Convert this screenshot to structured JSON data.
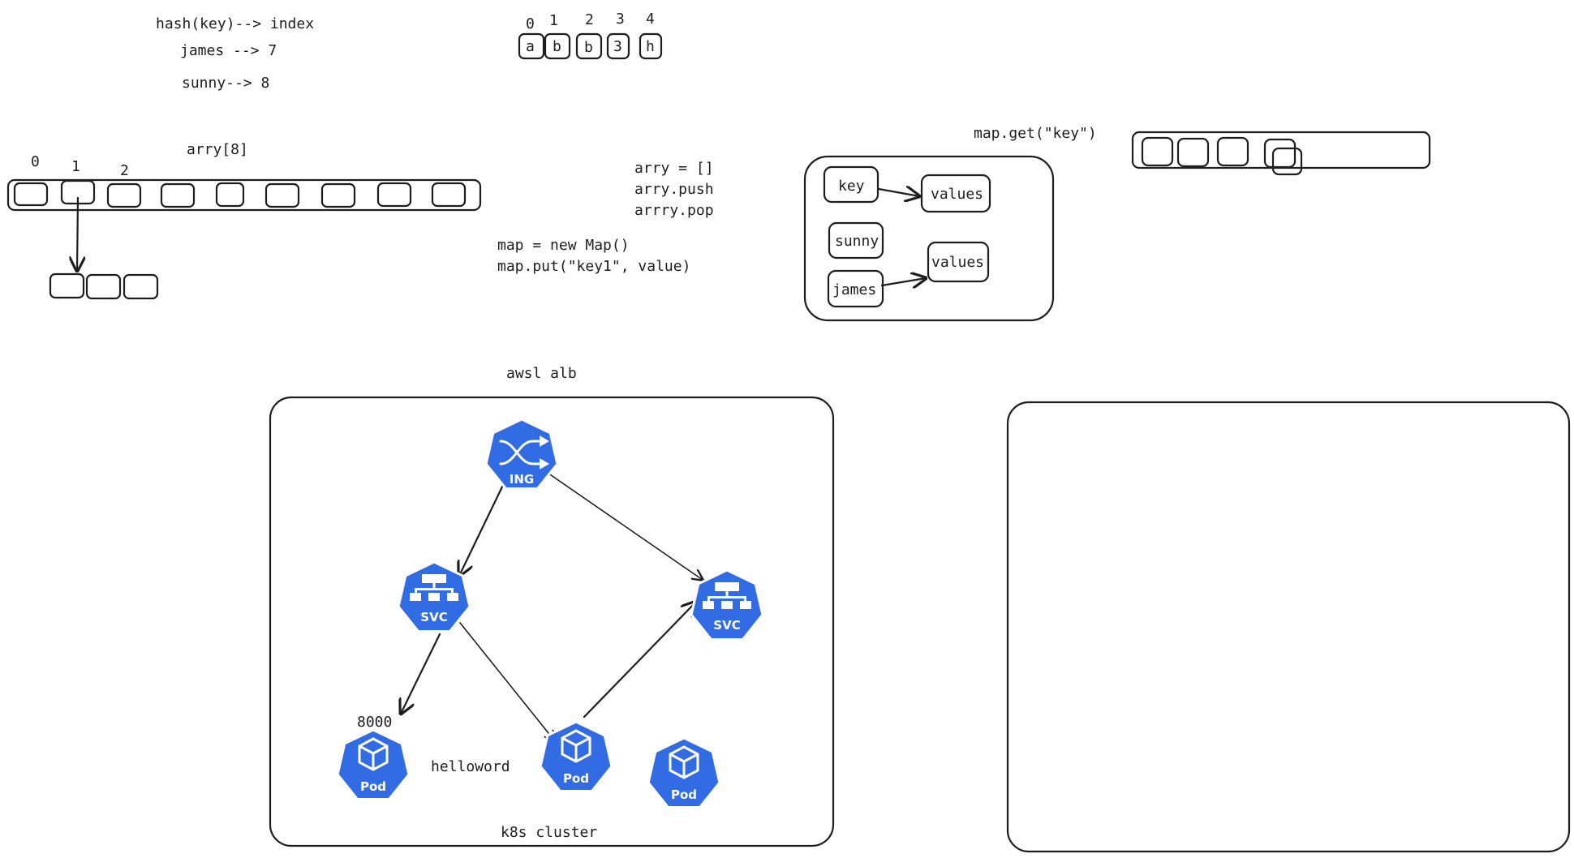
{
  "notes": {
    "hash_line": "hash(key)--> index",
    "james_line": "james --> 7",
    "sunny_line": "sunny--> 8",
    "array_title": "arry[8]",
    "index_0": "0",
    "index_1": "1",
    "index_2": "2",
    "arry_code": [
      "arry = []",
      "arry.push",
      "arrry.pop"
    ],
    "map_code": [
      "map = new Map()",
      "map.put(\"key1\", value)"
    ],
    "map_get": "map.get(\"key\")",
    "awsl_alb": "awsl alb",
    "k8s_cluster": "k8s cluster",
    "helloword": "helloword",
    "port_8000": "8000"
  },
  "string_array": {
    "indices": [
      "0",
      "1",
      "2",
      "3",
      "4"
    ],
    "chars": [
      "a",
      "b",
      "b",
      "3",
      "h"
    ]
  },
  "map_box": {
    "key": "key",
    "sunny": "sunny",
    "james": "james",
    "values_1": "values",
    "values_2": "values"
  },
  "k8s": {
    "ingress_label": "ING",
    "svc_label": "SVC",
    "pod_label": "Pod",
    "ingress_color": "#326ce5"
  }
}
